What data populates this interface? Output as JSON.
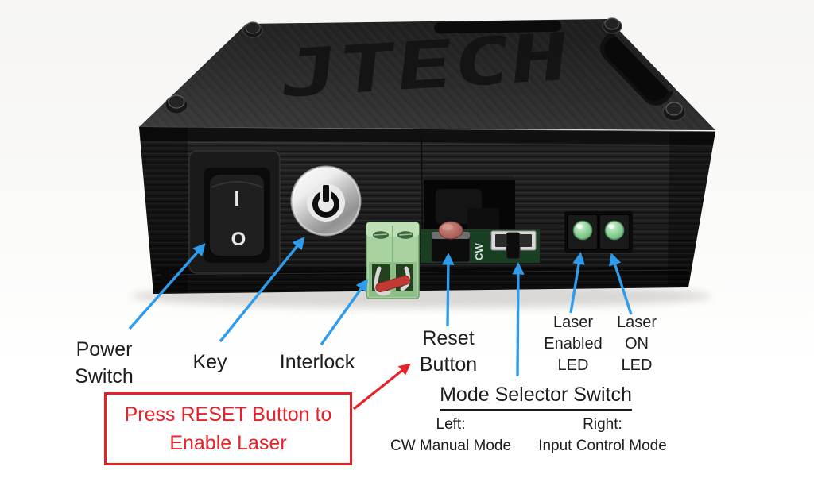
{
  "device": {
    "engraving": "JTECH",
    "rocker_on_marking": "I",
    "rocker_off_marking": "O",
    "pcb_text": "CW"
  },
  "labels": {
    "power_switch": {
      "line1": "Power",
      "line2": "Switch"
    },
    "key": "Key",
    "interlock": "Interlock",
    "reset_button": {
      "line1": "Reset",
      "line2": "Button"
    },
    "laser_enabled_led": {
      "line1": "Laser",
      "line2": "Enabled",
      "line3": "LED"
    },
    "laser_on_led": {
      "line1": "Laser",
      "line2": "ON",
      "line3": "LED"
    }
  },
  "mode_selector": {
    "title": "Mode Selector Switch",
    "left_heading": "Left:",
    "left_value": "CW Manual Mode",
    "right_heading": "Right:",
    "right_value": "Input Control Mode"
  },
  "note": {
    "line1": "Press RESET Button to",
    "line2": "Enable Laser"
  },
  "colors": {
    "annotation_blue": "#2e9ceb",
    "annotation_red": "#e62228",
    "led_green": "#7ec98c",
    "terminal_green": "#a8d2a0",
    "pcb_green": "#1d4a28",
    "enclosure_black": "#222222"
  }
}
